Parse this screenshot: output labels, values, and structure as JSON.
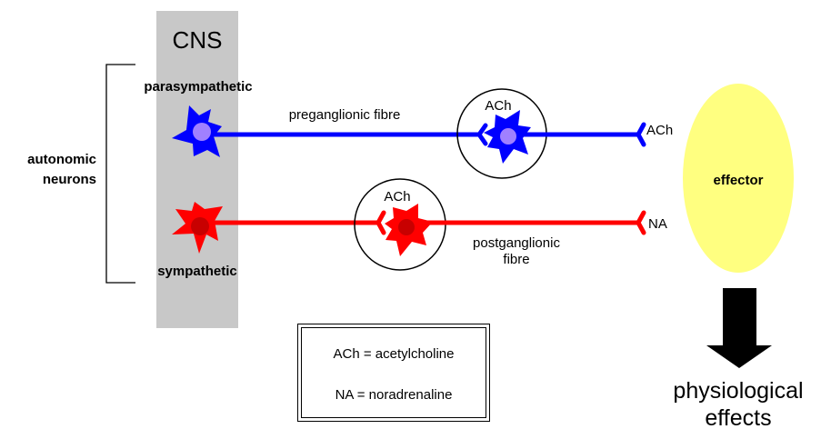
{
  "diagram": {
    "colors": {
      "cns_band": "#c8c8c8",
      "parasympathetic": "#0000ff",
      "parasympathetic_nucleus": "#a080ff",
      "sympathetic": "#ff0000",
      "sympathetic_nucleus": "#c80000",
      "effector": "#ffff80",
      "outline": "#000000"
    },
    "cns_label": "CNS",
    "group_label_line1": "autonomic",
    "group_label_line2": "neurons",
    "parasympathetic": {
      "label": "parasympathetic",
      "fibre_label": "preganglionic fibre",
      "ganglion_transmitter": "ACh",
      "terminal_transmitter": "ACh"
    },
    "sympathetic": {
      "label": "sympathetic",
      "fibre_label_line1": "postganglionic",
      "fibre_label_line2": "fibre",
      "ganglion_transmitter": "ACh",
      "terminal_transmitter": "NA"
    },
    "effector_label": "effector",
    "outcome_line1": "physiological",
    "outcome_line2": "effects",
    "legend": [
      "ACh = acetylcholine",
      "NA = noradrenaline"
    ]
  }
}
